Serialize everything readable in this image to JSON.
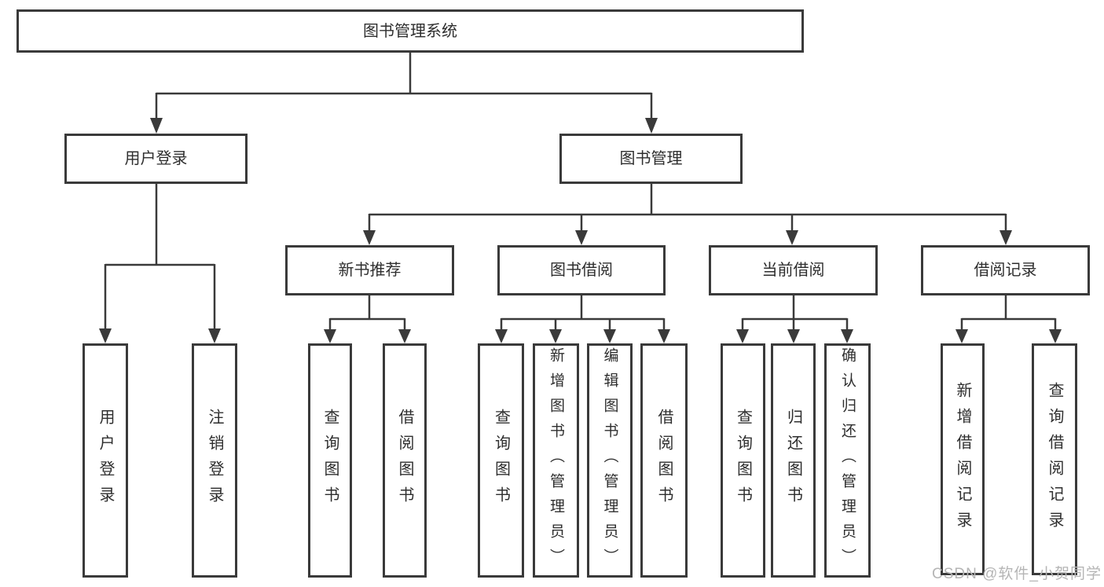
{
  "colors": {
    "line": "#3a3a3a",
    "text": "#2e2e2e",
    "watermark": "#b5b5b5",
    "background": "#ffffff"
  },
  "nodes": {
    "root": "图书管理系统",
    "user_login": "用户登录",
    "book_management": "图书管理",
    "new_book_recommend": "新书推荐",
    "book_borrowing": "图书借阅",
    "current_borrowing": "当前借阅",
    "borrowing_records": "借阅记录",
    "leaf_user_login": "用户登录",
    "leaf_logout_login": "注销登录",
    "leaf_query_books_1": "查询图书",
    "leaf_borrow_books_1": "借阅图书",
    "leaf_query_books_2": "查询图书",
    "leaf_add_books_admin": "新增图书（管理员）",
    "leaf_edit_books_admin": "编辑图书（管理员）",
    "leaf_borrow_books_2": "借阅图书",
    "leaf_query_books_3": "查询图书",
    "leaf_return_books": "归还图书",
    "leaf_confirm_return_admin": "确认归还（管理员）",
    "leaf_add_borrow_record": "新增借阅记录",
    "leaf_query_borrow_record": "查询借阅记录"
  },
  "watermark": {
    "text": "CSDN @软件_小贺同学"
  }
}
